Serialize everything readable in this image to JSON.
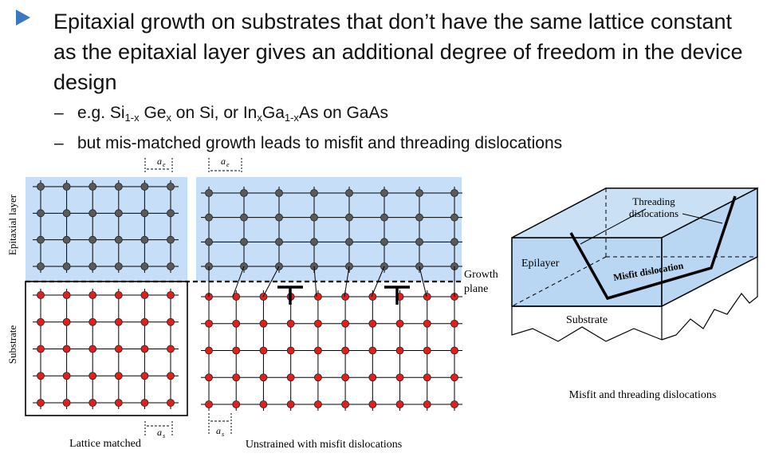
{
  "bullet": {
    "main_text": "Epitaxial growth on substrates that don’t have the same lattice constant as the epitaxial layer gives an additional degree of freedom in the device design",
    "accent_color": "#3a78c0"
  },
  "sub_bullets": [
    {
      "dash": "–",
      "parts": [
        "e.g. Si",
        "1-x",
        " Ge",
        "x",
        " on Si, or In",
        "x",
        "Ga",
        "1-x",
        "As on GaAs"
      ]
    },
    {
      "dash": "–",
      "text": "but mis-matched growth leads to misfit  and threading dislocations"
    }
  ],
  "figure_left": {
    "epitaxial_label": "Epitaxial layer",
    "substrate_label": "Substrate",
    "ae_label": "a",
    "ae_sub": "e",
    "as_label": "a",
    "as_sub": "s",
    "caption": "Lattice matched"
  },
  "figure_middle": {
    "ae_label": "a",
    "ae_sub": "e",
    "as_label": "a",
    "as_sub": "s",
    "growth_label_1": "Growth",
    "growth_label_2": "plane",
    "caption": "Unstrained with misfit dislocations"
  },
  "figure_right": {
    "threading_1": "Threading",
    "threading_2": "dislocations",
    "epilayer": "Epilayer",
    "misfit": "Misfit dislocation",
    "substrate": "Substrate",
    "caption": "Misfit and threading dislocations"
  },
  "colors": {
    "epi_fill": "#c6def7",
    "epi_node": "#5a5a5a",
    "sub_node": "#e0201c",
    "right_fill": "#b9d6f2"
  }
}
